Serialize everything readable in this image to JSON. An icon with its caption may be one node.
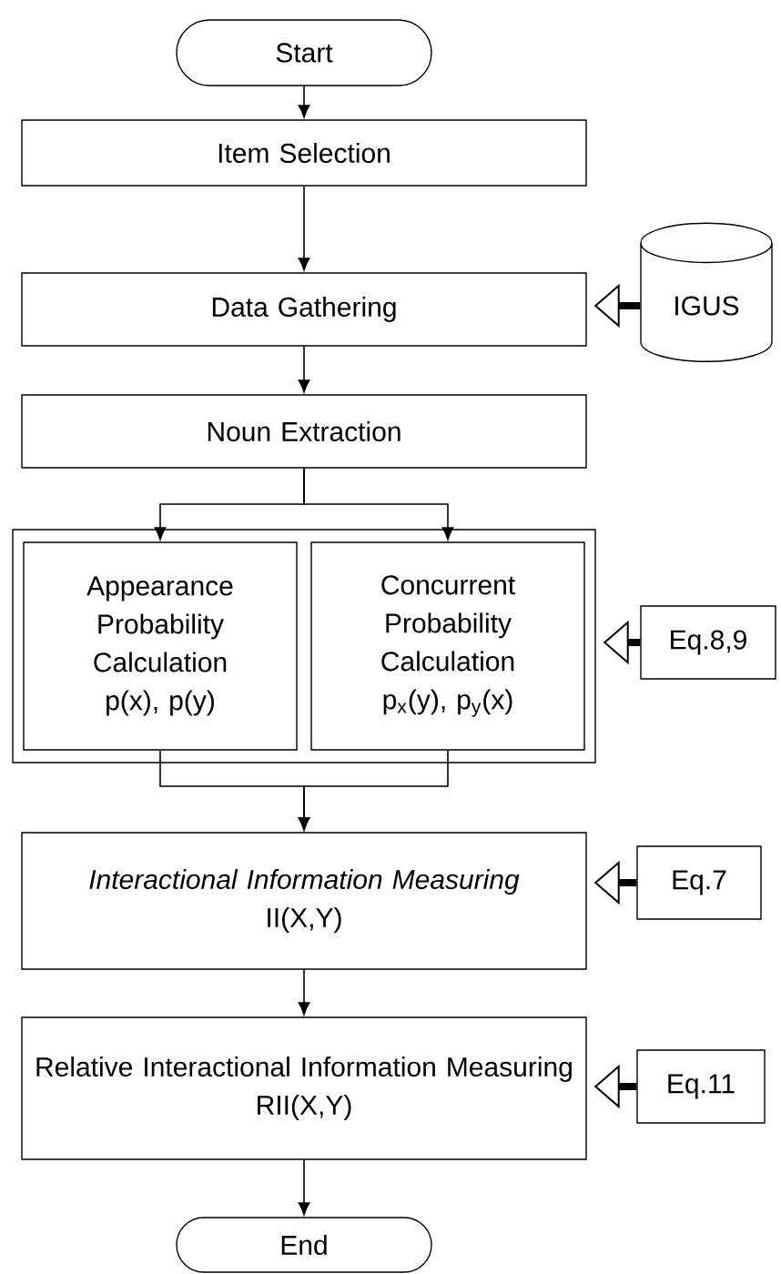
{
  "diagram": {
    "nodes": [
      {
        "text": [
          "Start"
        ]
      },
      {
        "text": [
          "Item Selection"
        ]
      },
      {
        "text": [
          "Data Gathering"
        ]
      },
      {
        "text": [
          "IGUS"
        ]
      },
      {
        "text": [
          "Noun Extraction"
        ]
      },
      {
        "text": [],
        "shape": "box"
      },
      {
        "text": [
          "Appearance Probability Calculation",
          "p(x), p(y)"
        ],
        "in": 5
      },
      {
        "text": [
          "Concurrent Probability Calculation",
          "p$_{x}$(y), p$_{y}$(x)"
        ],
        "in": 5
      },
      {
        "text": [
          "Eq.8,9"
        ]
      },
      {
        "text": [
          "Interactional Information Measuring",
          "II(X,Y)"
        ]
      },
      {
        "text": [
          "Eq.7"
        ]
      },
      {
        "text": [
          "Relative Interactional Information Measuring",
          "RII(X,Y)"
        ]
      },
      {
        "text": [
          "Eq.11"
        ]
      },
      {
        "text": [
          "End"
        ]
      }
    ],
    "edges": [
      {
        "from": 0,
        "to": 1,
        "arrow": "to"
      },
      {
        "from": 1,
        "to": 2,
        "arrow": "to"
      },
      {
        "from": 3,
        "to": 2,
        "arrow": "to",
        "style": "thick"
      },
      {
        "from": 2,
        "to": 4,
        "arrow": "to"
      },
      {
        "from": 4,
        "to": 6,
        "arrow": "to"
      },
      {
        "from": 4,
        "to": 7,
        "arrow": "to"
      },
      {
        "from": 8,
        "to": 5,
        "arrow": "to",
        "style": "thick"
      },
      {
        "from": 6,
        "to": 9,
        "arrow": "to"
      },
      {
        "from": 7,
        "to": 9,
        "arrow": "to"
      },
      {
        "from": 10,
        "to": 9,
        "arrow": "to",
        "style": "thick"
      },
      {
        "from": 9,
        "to": 11,
        "arrow": "to"
      },
      {
        "from": 12,
        "to": 11,
        "arrow": "to",
        "style": "thick"
      },
      {
        "from": 11,
        "to": 13,
        "arrow": "to"
      }
    ]
  }
}
